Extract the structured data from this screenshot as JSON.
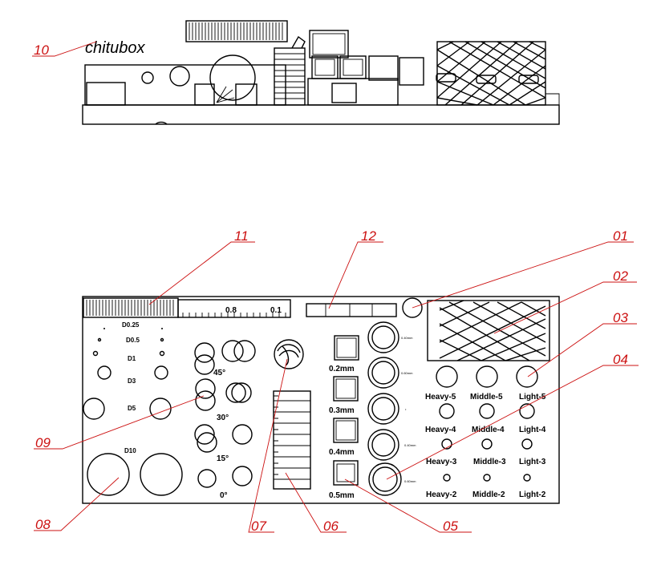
{
  "callouts": {
    "c01": "01",
    "c02": "02",
    "c03": "03",
    "c04": "04",
    "c05": "05",
    "c06": "06",
    "c07": "07",
    "c08": "08",
    "c09": "09",
    "c10": "10",
    "c11": "11",
    "c12": "12"
  },
  "side_view": {
    "logo_text": "chitubox"
  },
  "top_view": {
    "ruler_labels": [
      "0.8",
      "0.1"
    ],
    "pin_labels": [
      "D0.25",
      "D0.5",
      "D1",
      "D3",
      "D5",
      "D10"
    ],
    "angle_labels": [
      "45°",
      "30°",
      "15°",
      "0°"
    ],
    "wall_labels": [
      "0.2mm",
      "0.3mm",
      "0.4mm",
      "0.5mm"
    ],
    "tube_tags": [
      "0.40mm",
      "0.60mm",
      "•",
      "0.40mm",
      "0.60mm"
    ],
    "support_rows": [
      [
        "Heavy-5",
        "Middle-5",
        "Light-5"
      ],
      [
        "Heavy-4",
        "Middle-4",
        "Light-4"
      ],
      [
        "Heavy-3",
        "Middle-3",
        "Light-3"
      ],
      [
        "Heavy-2",
        "Middle-2",
        "Light-2"
      ]
    ]
  },
  "colors": {
    "outline": "#000000",
    "callout": "#cc1111"
  }
}
